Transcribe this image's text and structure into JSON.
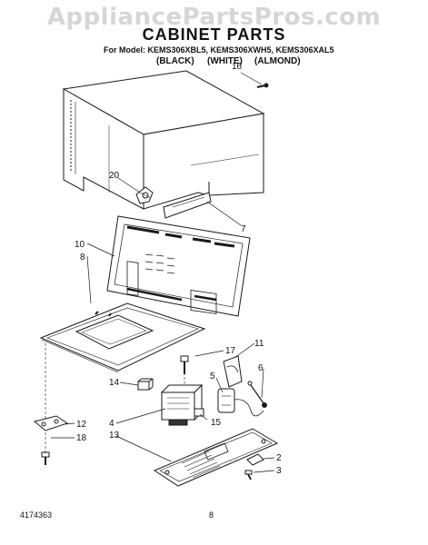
{
  "header": {
    "watermark": "AppliancePartsPros.com",
    "title": "CABINET PARTS",
    "models_label": "For Model: KEMS306XBL5, KEMS306XWH5, KEMS306XAL5",
    "finishes": [
      "(BLACK)",
      "(WHITE)",
      "(ALMOND)"
    ]
  },
  "callouts": [
    "16",
    "20",
    "7",
    "10",
    "8",
    "17",
    "11",
    "5",
    "6",
    "14",
    "4",
    "15",
    "12",
    "18",
    "13",
    "2",
    "3"
  ],
  "footer": {
    "code": "4174363",
    "page": "8"
  },
  "colors": {
    "line": "#1a1a1a",
    "watermark": "#d6d6d6",
    "background": "#ffffff"
  }
}
